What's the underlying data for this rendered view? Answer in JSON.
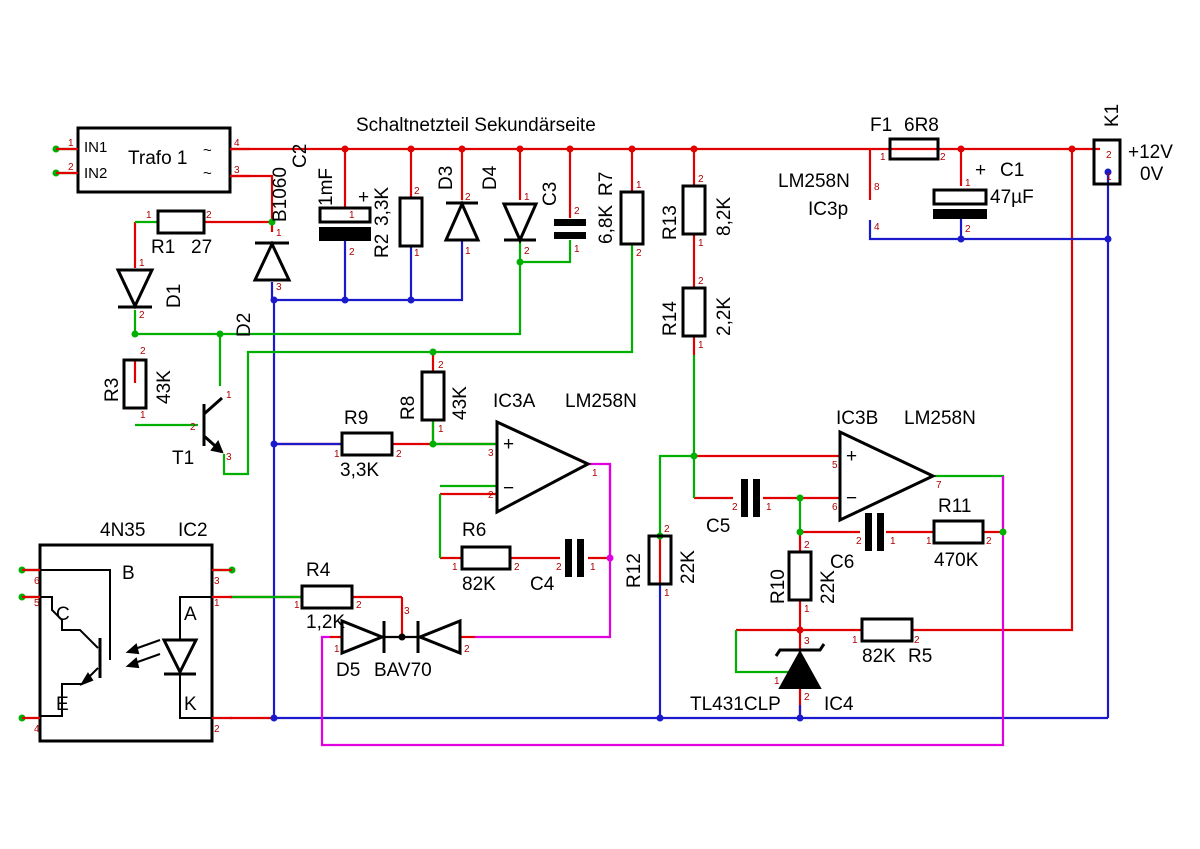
{
  "title": "Schaltnetzteil Sekundärseite",
  "colors": {
    "rail_positive": "#e00000",
    "ground": "#1a1acc",
    "signal": "#00b000",
    "feedback": "#e000e0",
    "body": "#000000"
  },
  "trafo": {
    "name": "Trafo 1",
    "in1": "IN1",
    "in2": "IN2",
    "tilde": "~"
  },
  "components": {
    "r1": {
      "ref": "R1",
      "value": "27"
    },
    "d1": {
      "ref": "D1"
    },
    "d2": {
      "ref": "D2",
      "value": "B1060"
    },
    "c2": {
      "ref": "C2",
      "value": "1mF",
      "plus": "+"
    },
    "r2": {
      "ref": "R2",
      "value": "3,3K"
    },
    "d3": {
      "ref": "D3"
    },
    "d4": {
      "ref": "D4"
    },
    "c3": {
      "ref": "C3"
    },
    "r7": {
      "ref": "R7",
      "value": "6,8K"
    },
    "r13": {
      "ref": "R13",
      "value": "8,2K"
    },
    "r14": {
      "ref": "R14",
      "value": "2,2K"
    },
    "f1": {
      "ref": "F1",
      "value": "6R8"
    },
    "ic3p": {
      "ref": "IC3p",
      "part": "LM258N"
    },
    "c1": {
      "ref": "C1",
      "value": "47µF",
      "plus": "+"
    },
    "k1": {
      "ref": "K1",
      "plus12": "+12V",
      "zero": "0V"
    },
    "r3": {
      "ref": "R3",
      "value": "43K"
    },
    "t1": {
      "ref": "T1"
    },
    "r8": {
      "ref": "R8",
      "value": "43K"
    },
    "r9": {
      "ref": "R9",
      "value": "3,3K"
    },
    "ic3a": {
      "ref": "IC3A",
      "part": "LM258N",
      "plus": "+",
      "minus": "−"
    },
    "r6": {
      "ref": "R6",
      "value": "82K"
    },
    "c4": {
      "ref": "C4"
    },
    "ic3b": {
      "ref": "IC3B",
      "part": "LM258N",
      "plus": "+",
      "minus": "−"
    },
    "c5": {
      "ref": "C5"
    },
    "r11": {
      "ref": "R11",
      "value": "470K"
    },
    "c6": {
      "ref": "C6"
    },
    "r12": {
      "ref": "R12",
      "value": "22K"
    },
    "r10": {
      "ref": "R10",
      "value": "22K"
    },
    "r5": {
      "ref": "R5",
      "value": "82K"
    },
    "ic4": {
      "ref": "IC4",
      "part": "TL431CLP"
    },
    "ic2": {
      "ref": "IC2",
      "part": "4N35",
      "b": "B",
      "c": "C",
      "e": "E",
      "a": "A",
      "k": "K"
    },
    "r4": {
      "ref": "R4",
      "value": "1,2K"
    },
    "d5": {
      "ref": "D5",
      "part": "BAV70"
    }
  },
  "pins": {
    "p1": "1",
    "p2": "2",
    "p3": "3",
    "p4": "4",
    "p5": "5",
    "p6": "6",
    "p7": "7",
    "p8": "8"
  }
}
